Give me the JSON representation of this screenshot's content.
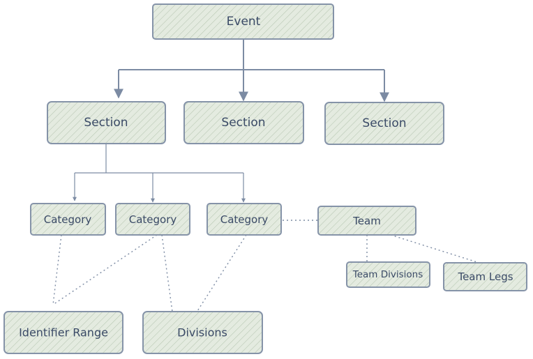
{
  "colors": {
    "stroke": "#8593a8",
    "fill": "#e4ebe0",
    "hatch": "#b9c8b4",
    "text": "#3a4a66",
    "connector": "#7c8ba3"
  },
  "nodes": {
    "event": {
      "label": "Event"
    },
    "section1": {
      "label": "Section"
    },
    "section2": {
      "label": "Section"
    },
    "section3": {
      "label": "Section"
    },
    "category1": {
      "label": "Category"
    },
    "category2": {
      "label": "Category"
    },
    "category3": {
      "label": "Category"
    },
    "team": {
      "label": "Team"
    },
    "team_divisions": {
      "label": "Team Divisions"
    },
    "team_legs": {
      "label": "Team Legs"
    },
    "identifier_range": {
      "label": "Identifier Range"
    },
    "divisions": {
      "label": "Divisions"
    }
  }
}
